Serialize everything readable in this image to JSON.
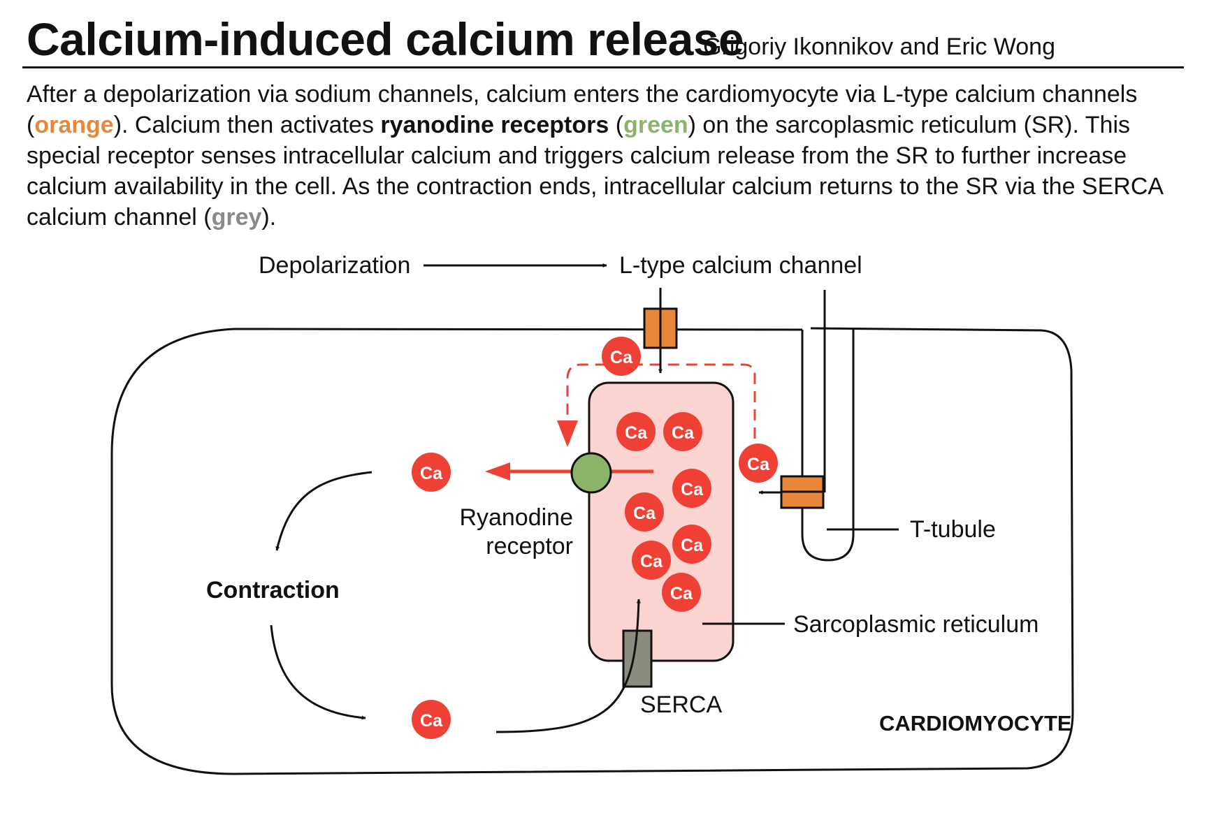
{
  "header": {
    "title": "Calcium-induced calcium release",
    "authors": "Grigoriy Ikonnikov and Eric Wong"
  },
  "intro": {
    "p1": "After a depolarization via sodium channels, calcium enters the cardiomyocyte via L-type calcium channels (",
    "orange": "orange",
    "p2": "). Calcium then activates ",
    "bold": "ryanodine receptors",
    "p3": " (",
    "green": "green",
    "p4": ") on the sarcoplasmic reticulum (SR). This special receptor senses intracellular calcium and triggers calcium release from the SR to further increase calcium availability in the cell. As the contraction ends, intracellular calcium returns to the SR via the SERCA calcium channel (",
    "grey": "grey",
    "p5": ")."
  },
  "diagram": {
    "depolarization": "Depolarization",
    "l_type": "L-type calcium channel",
    "ryanodine_1": "Ryanodine",
    "ryanodine_2": "receptor",
    "t_tubule": "T-tubule",
    "contraction": "Contraction",
    "sr": "Sarcoplasmic reticulum",
    "serca": "SERCA",
    "cardiomyocyte": "CARDIOMYOCYTE",
    "ca": "Ca"
  },
  "colors": {
    "orange": "#e8873a",
    "green": "#8bb36a",
    "grey": "#8a8a8a",
    "red": "#ee4035",
    "sr_fill": "#fbd3d0"
  }
}
